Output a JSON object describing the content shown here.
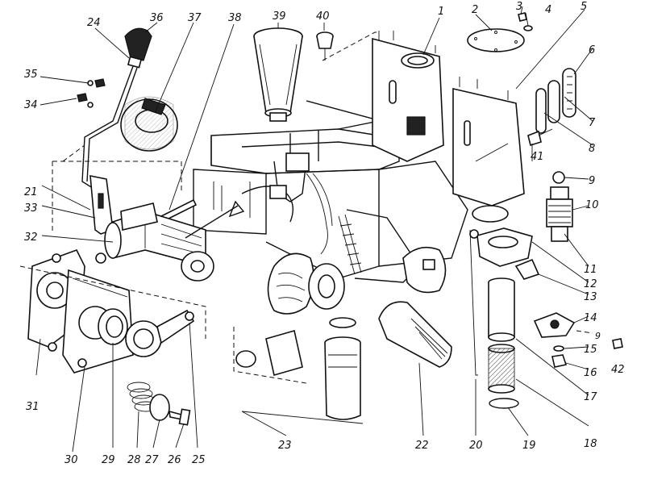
{
  "callouts": [
    {
      "id": "c1",
      "text": "1"
    },
    {
      "id": "c2",
      "text": "2"
    },
    {
      "id": "c3",
      "text": "3"
    },
    {
      "id": "c4",
      "text": "4"
    },
    {
      "id": "c5",
      "text": "5"
    },
    {
      "id": "c6",
      "text": "6"
    },
    {
      "id": "c7",
      "text": "7"
    },
    {
      "id": "c8",
      "text": "8"
    },
    {
      "id": "c9",
      "text": "9"
    },
    {
      "id": "c10",
      "text": "10"
    },
    {
      "id": "c11",
      "text": "11"
    },
    {
      "id": "c12",
      "text": "12"
    },
    {
      "id": "c13",
      "text": "13"
    },
    {
      "id": "c14",
      "text": "14"
    },
    {
      "id": "c15",
      "text": "15"
    },
    {
      "id": "c16",
      "text": "16"
    },
    {
      "id": "c17",
      "text": "17"
    },
    {
      "id": "c18",
      "text": "18"
    },
    {
      "id": "c19",
      "text": "19"
    },
    {
      "id": "c20",
      "text": "20"
    },
    {
      "id": "c21",
      "text": "21"
    },
    {
      "id": "c22",
      "text": "22"
    },
    {
      "id": "c23",
      "text": "23"
    },
    {
      "id": "c24",
      "text": "24"
    },
    {
      "id": "c25",
      "text": "25"
    },
    {
      "id": "c26",
      "text": "26"
    },
    {
      "id": "c27",
      "text": "27"
    },
    {
      "id": "c28",
      "text": "28"
    },
    {
      "id": "c29",
      "text": "29"
    },
    {
      "id": "c30",
      "text": "30"
    },
    {
      "id": "c31",
      "text": "31"
    },
    {
      "id": "c32",
      "text": "32"
    },
    {
      "id": "c33",
      "text": "33"
    },
    {
      "id": "c34",
      "text": "34"
    },
    {
      "id": "c35",
      "text": "35"
    },
    {
      "id": "c36",
      "text": "36"
    },
    {
      "id": "c37",
      "text": "37"
    },
    {
      "id": "c38",
      "text": "38"
    },
    {
      "id": "c39",
      "text": "39"
    },
    {
      "id": "c40",
      "text": "40"
    },
    {
      "id": "c41",
      "text": "41"
    },
    {
      "id": "c42",
      "text": "42"
    }
  ],
  "small_mark": "9"
}
